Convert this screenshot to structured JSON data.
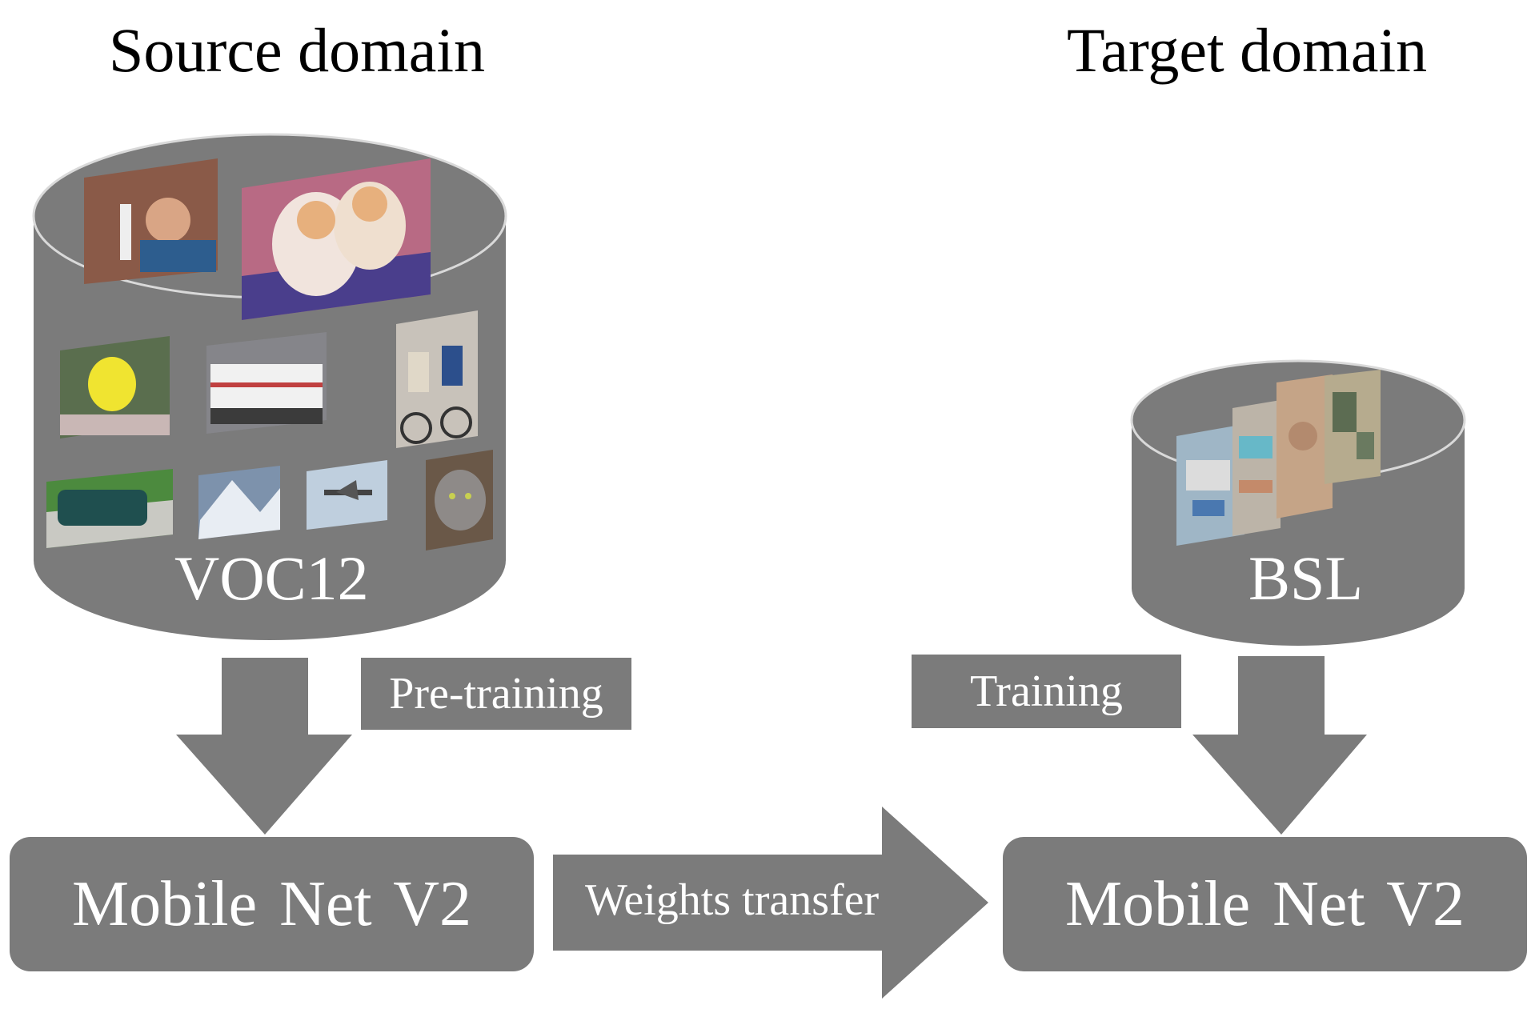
{
  "source": {
    "heading": "Source domain",
    "dataset": "VOC12",
    "thumbnails": [
      "person",
      "kittens",
      "yellow bird",
      "train",
      "cyclists",
      "car",
      "mountain",
      "airplane",
      "cat"
    ],
    "step": "Pre-training",
    "model": "Mobile Net V2"
  },
  "target": {
    "heading": "Target domain",
    "dataset": "BSL",
    "thumbnails": [
      "aerial image 1",
      "aerial image 2",
      "aerial image 3",
      "aerial image 4"
    ],
    "step": "Training",
    "model": "Mobile Net V2"
  },
  "transfer": {
    "label": "Weights transfer"
  },
  "colors": {
    "shape_fill": "#7b7b7b",
    "shape_stroke": "#d9d9d9",
    "text_on_shape": "#ffffff",
    "heading_text": "#000000",
    "background": "#ffffff"
  }
}
